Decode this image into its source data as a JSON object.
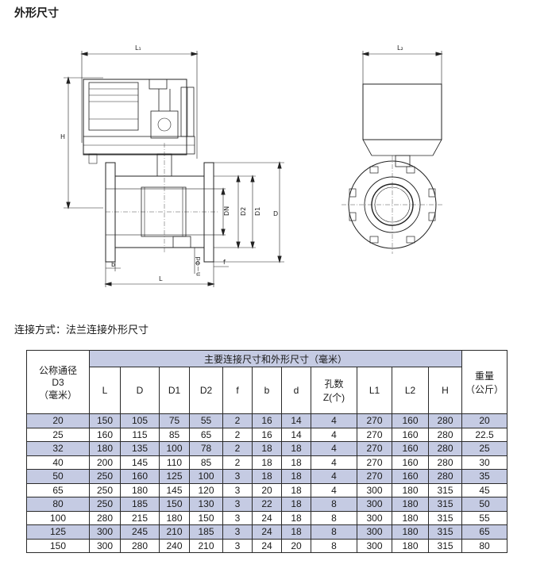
{
  "page_title": "外形尺寸",
  "caption": "连接方式：法兰连接外形尺寸",
  "drawing_labels": {
    "L1": "L₁",
    "L2": "L₂",
    "H": "H",
    "L": "L",
    "b": "b",
    "f": "f",
    "DN": "DN",
    "D2": "D2",
    "D1": "D1",
    "D": "D",
    "n_d": "n－Φd"
  },
  "table": {
    "group_header": "主要连接尺寸和外形尺寸（毫米）",
    "first_header": [
      "公称通径",
      "D3",
      "（毫米）"
    ],
    "last_header": [
      "重量",
      "（公斤）"
    ],
    "columns": [
      "L",
      "D",
      "D1",
      "D2",
      "f",
      "b",
      "d",
      "孔数 Z(个)",
      "L1",
      "L2",
      "H"
    ],
    "holes_header": [
      "孔数",
      "Z(个)"
    ],
    "rows": [
      [
        "20",
        "150",
        "105",
        "75",
        "55",
        "2",
        "16",
        "14",
        "4",
        "270",
        "160",
        "280",
        "20"
      ],
      [
        "25",
        "160",
        "115",
        "85",
        "65",
        "2",
        "16",
        "14",
        "4",
        "270",
        "160",
        "280",
        "22.5"
      ],
      [
        "32",
        "180",
        "135",
        "100",
        "78",
        "2",
        "18",
        "18",
        "4",
        "270",
        "160",
        "280",
        "25"
      ],
      [
        "40",
        "200",
        "145",
        "110",
        "85",
        "2",
        "18",
        "18",
        "4",
        "270",
        "160",
        "280",
        "30"
      ],
      [
        "50",
        "250",
        "160",
        "125",
        "100",
        "3",
        "18",
        "18",
        "4",
        "270",
        "160",
        "280",
        "35"
      ],
      [
        "65",
        "250",
        "180",
        "145",
        "120",
        "3",
        "20",
        "18",
        "4",
        "300",
        "180",
        "315",
        "45"
      ],
      [
        "80",
        "250",
        "185",
        "150",
        "130",
        "3",
        "22",
        "18",
        "8",
        "300",
        "180",
        "315",
        "50"
      ],
      [
        "100",
        "280",
        "215",
        "180",
        "150",
        "3",
        "24",
        "18",
        "8",
        "300",
        "180",
        "315",
        "55"
      ],
      [
        "125",
        "300",
        "245",
        "210",
        "185",
        "3",
        "24",
        "18",
        "8",
        "300",
        "180",
        "315",
        "65"
      ],
      [
        "150",
        "300",
        "280",
        "240",
        "210",
        "3",
        "24",
        "20",
        "8",
        "300",
        "180",
        "315",
        "80"
      ]
    ],
    "alt_color": "#c5cbe3"
  }
}
